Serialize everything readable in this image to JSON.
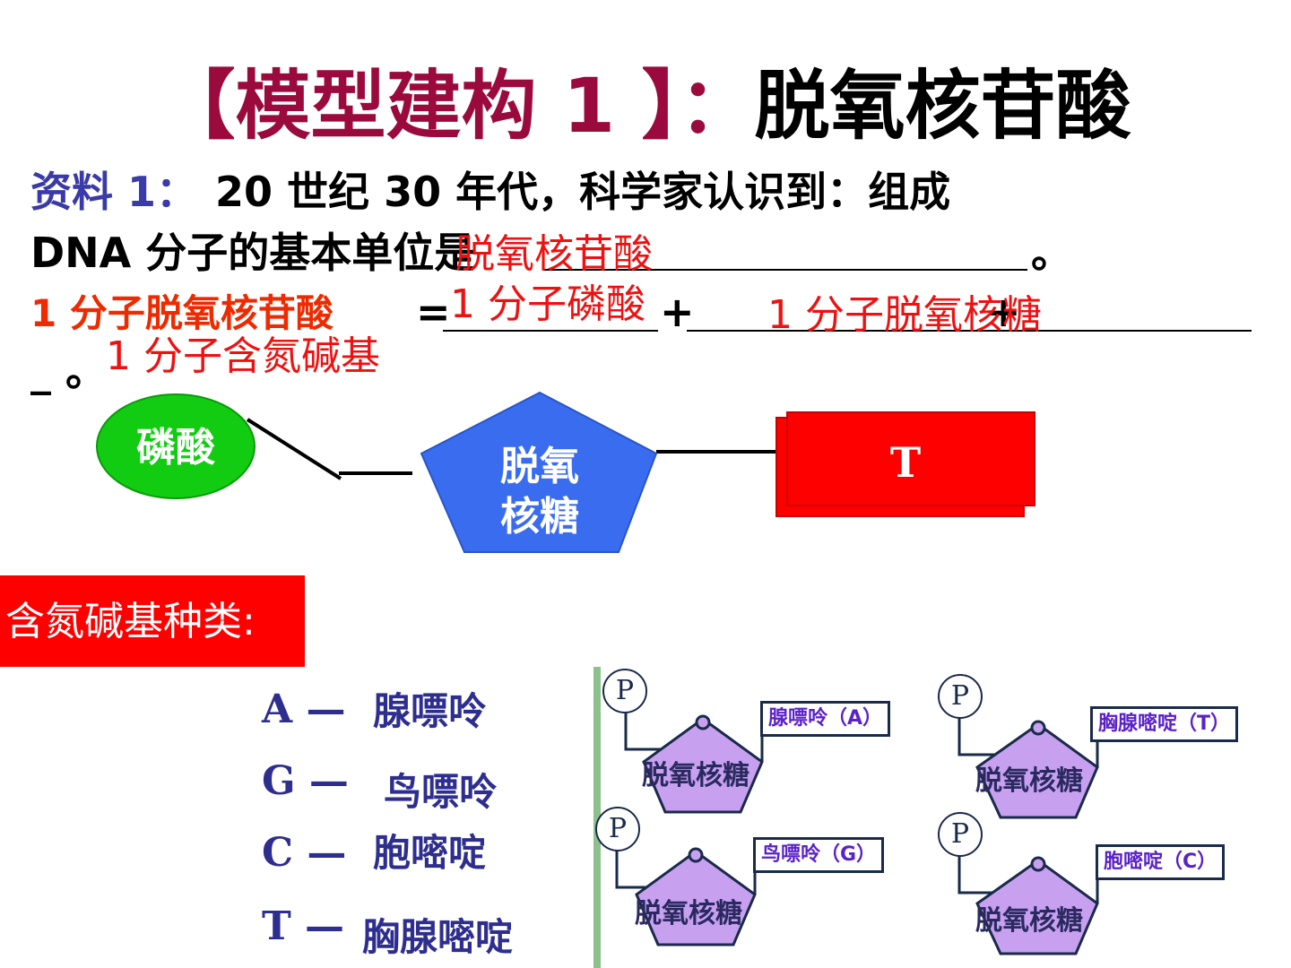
{
  "title": {
    "part1": "【模型建构 1 】：",
    "part2": "脱氧核苷酸"
  },
  "material": {
    "label": "资料 1：",
    "line1": "20 世纪 30 年代，科学家认识到：组成",
    "line2": "DNA 分子的基本单位是",
    "line2_end": "。",
    "answer1": "脱氧核苷酸",
    "eq_left": "1 分子脱氧核苷酸",
    "eq_equals": "=",
    "plus1": "+",
    "plus2": "+",
    "answer_phosphate": "1 分子磷酸",
    "answer_sugar": "1 分子脱氧核糖",
    "line4_start": "_ 。",
    "answer_base": "1 分子含氮碱基"
  },
  "diagram": {
    "phosphate": "磷酸",
    "sugar_line1": "脱氧",
    "sugar_line2": "核糖",
    "base": "T"
  },
  "base_types": {
    "header": "含氮碱基种类:",
    "items": [
      {
        "letter": "A —",
        "name": "腺嘌呤"
      },
      {
        "letter": "G —",
        "name": "鸟嘌呤"
      },
      {
        "letter": "C —",
        "name": "胞嘧啶"
      },
      {
        "letter": "T —",
        "name": "胸腺嘧啶"
      }
    ]
  },
  "nucleotides": [
    {
      "p": "P",
      "sugar": "脱氧核糖",
      "base": "腺嘌呤（A）"
    },
    {
      "p": "P",
      "sugar": "脱氧核糖",
      "base": "胸腺嘧啶（T）"
    },
    {
      "p": "P",
      "sugar": "脱氧核糖",
      "base": "鸟嘌呤（G）"
    },
    {
      "p": "P",
      "sugar": "脱氧核糖",
      "base": "胞嘧啶（C）"
    }
  ],
  "colors": {
    "title_accent": "#9b0a3c",
    "answer_red": "#ee1111",
    "material_label": "#3a3aa8",
    "phosphate_green": "#11cc11",
    "sugar_blue": "#3a6cf0",
    "base_red": "#ff0000",
    "pentagon_purple": "#c8a0f0"
  }
}
